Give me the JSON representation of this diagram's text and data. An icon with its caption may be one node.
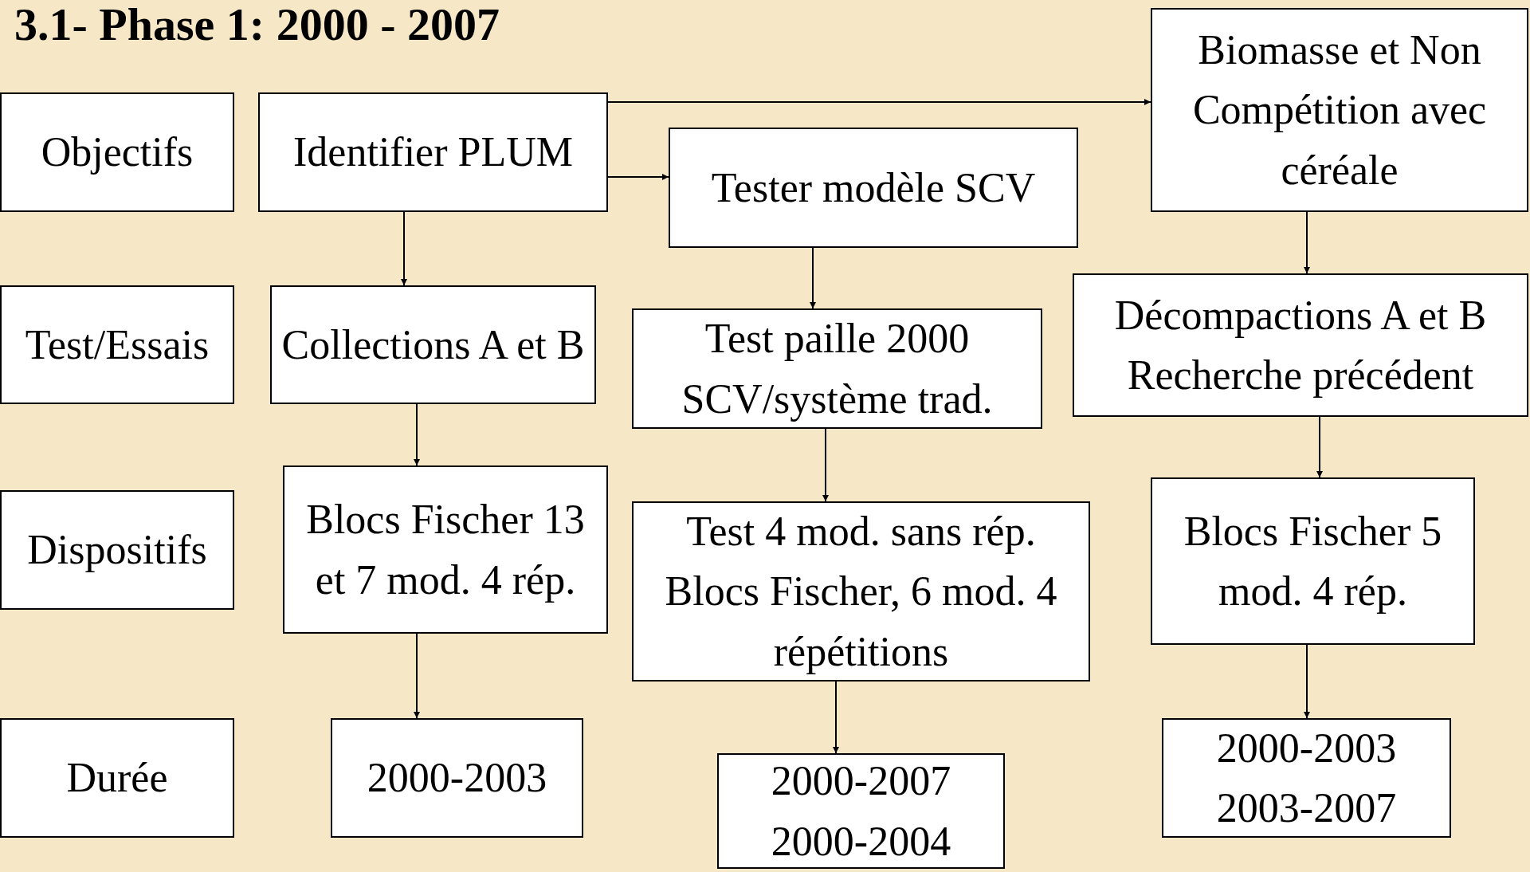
{
  "diagram": {
    "title": "3.1- Phase 1: 2000 - 2007",
    "nodes": [
      {
        "text": [
          "Objectifs"
        ]
      },
      {
        "text": [
          "Identifier PLUM"
        ]
      },
      {
        "text": [
          "Tester modèle SCV"
        ]
      },
      {
        "text": [
          "Biomasse et Non Compétition avec céréale"
        ]
      },
      {
        "text": [
          "Test/Essais"
        ]
      },
      {
        "text": [
          "Collections A et B"
        ]
      },
      {
        "text": [
          "Test paille 2000 SCV/système trad."
        ]
      },
      {
        "text": [
          "Décompactions A et B",
          "Recherche précédent"
        ]
      },
      {
        "text": [
          "Dispositifs"
        ]
      },
      {
        "text": [
          "Blocs Fischer 13 et 7 mod. 4 rép."
        ]
      },
      {
        "text": [
          "Test 4 mod. sans rép.",
          "Blocs Fischer, 6 mod. 4 répétitions"
        ]
      },
      {
        "text": [
          "Blocs Fischer 5 mod. 4 rép."
        ]
      },
      {
        "text": [
          "Durée"
        ]
      },
      {
        "text": [
          "2000-2003"
        ]
      },
      {
        "text": [
          "2000-2007",
          "2000-2004"
        ]
      },
      {
        "text": [
          "2000-2003",
          "2003-2007"
        ]
      }
    ],
    "edges": [
      {
        "from": 1,
        "to": 3,
        "arrow": "to"
      },
      {
        "from": 1,
        "to": 2,
        "arrow": "to"
      },
      {
        "from": 1,
        "to": 5,
        "arrow": "to"
      },
      {
        "from": 5,
        "to": 9,
        "arrow": "to"
      },
      {
        "from": 9,
        "to": 13,
        "arrow": "to"
      },
      {
        "from": 2,
        "to": 6,
        "arrow": "to"
      },
      {
        "from": 6,
        "to": 10,
        "arrow": "to"
      },
      {
        "from": 10,
        "to": 14,
        "arrow": "to"
      },
      {
        "from": 3,
        "to": 7,
        "arrow": "to"
      },
      {
        "from": 7,
        "to": 11,
        "arrow": "to"
      },
      {
        "from": 11,
        "to": 15,
        "arrow": "to"
      }
    ]
  }
}
